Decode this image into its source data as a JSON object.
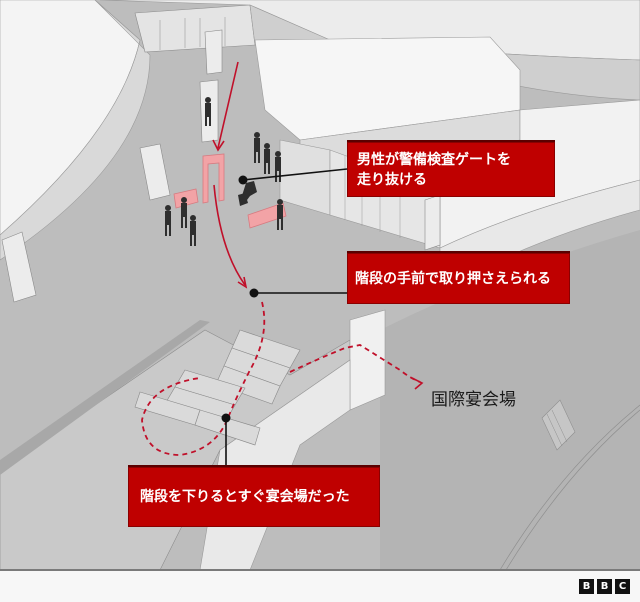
{
  "callouts": {
    "gate": {
      "line1": "男性が警備検査ゲートを",
      "line2": "走り抜ける"
    },
    "stairs": {
      "text": "階段の手前で取り押さえられる"
    },
    "hall": {
      "text": "階段を下りるとすぐ宴会場だった"
    }
  },
  "venue_label": "国際宴会場",
  "footer": {
    "logo_letters": [
      "B",
      "B",
      "C"
    ]
  },
  "colors": {
    "callout_red": "#bf0000",
    "path_red": "#c0102a",
    "gate_pink": "#f2a0a4",
    "floor_gray": "#b8b8b8",
    "wall_light": "#e2e2e2",
    "figure_dark": "#2e2e2e"
  }
}
